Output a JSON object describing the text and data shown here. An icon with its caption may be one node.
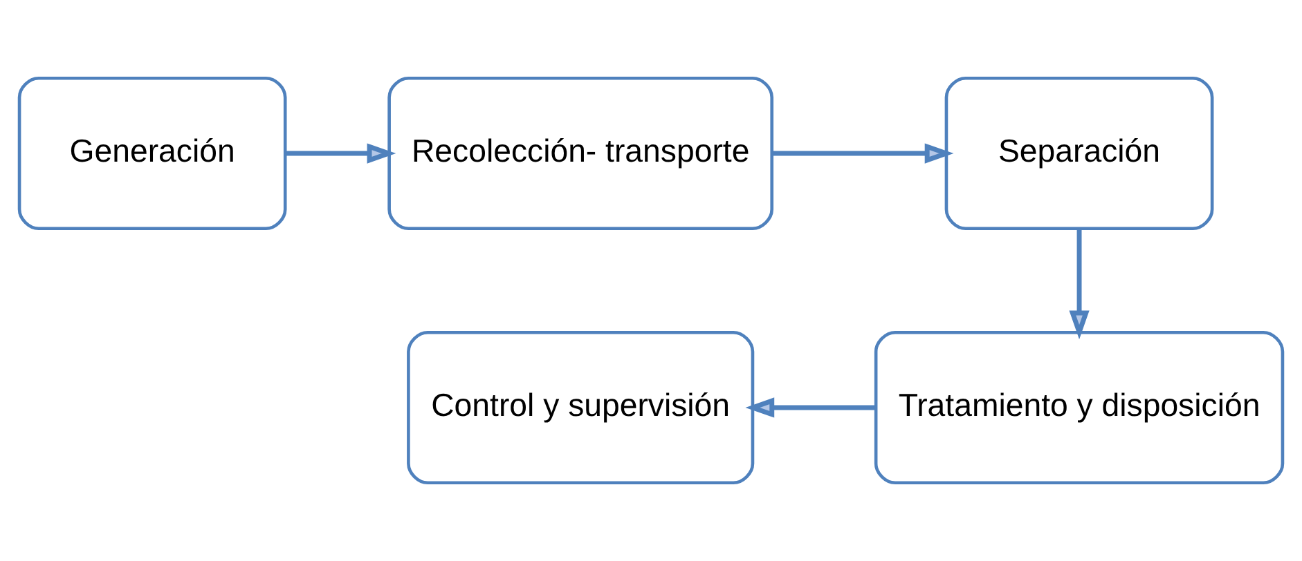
{
  "diagram": {
    "nodes": [
      {
        "text": [
          "Generación"
        ]
      },
      {
        "text": [
          "Recolección- transporte"
        ]
      },
      {
        "text": [
          "Separación"
        ]
      },
      {
        "text": [
          "Tratamiento y disposición"
        ]
      },
      {
        "text": [
          "Control y supervisión"
        ]
      }
    ],
    "edges": [
      {
        "from": 0,
        "to": 1,
        "arrow": "to"
      },
      {
        "from": 1,
        "to": 2,
        "arrow": "to"
      },
      {
        "from": 2,
        "to": 3,
        "arrow": "to"
      },
      {
        "from": 3,
        "to": 4,
        "arrow": "to"
      }
    ]
  }
}
